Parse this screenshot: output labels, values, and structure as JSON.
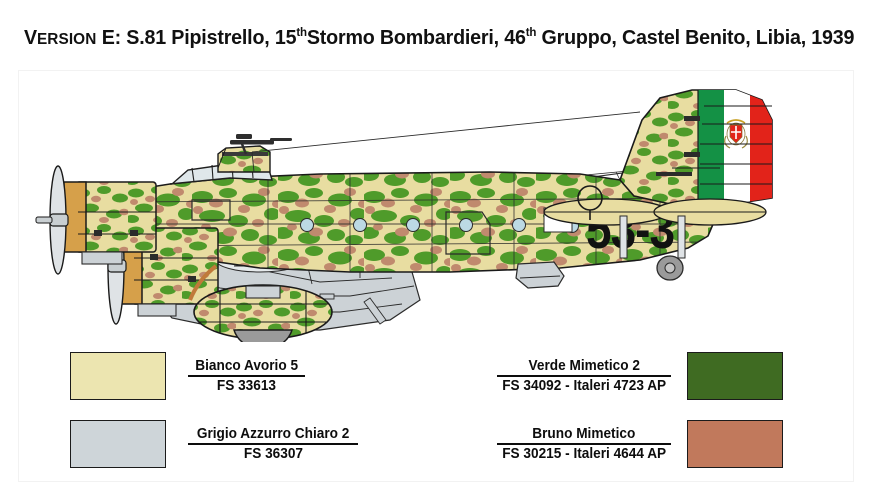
{
  "page": {
    "background": "#ffffff",
    "frame_color": "#f2f2f2"
  },
  "header": {
    "version_word": "V",
    "version_word_rest": "ERSION",
    "version_letter": " E:  S.81  Pipistrello,  15",
    "sup1": "th",
    "mid": "Stormo Bombardieri, 46",
    "sup2": "th",
    "tail": " Gruppo, Castel Benito, Libia,  1939",
    "full_title": "VERSION E: S.81 Pipistrello, 15th Stormo Bombardieri, 46th Gruppo, Castel Benito, Libia, 1939"
  },
  "artwork": {
    "subject": "Savoia-Marchetti S.81 Pipistrello trimotor bomber, left side profile",
    "fuselage_code": "53-3",
    "fuselage_code_color": "#111111",
    "tail_flag": {
      "green": "#149145",
      "white": "#ffffff",
      "red": "#e2231a",
      "crest": "savoy-royal-crest"
    },
    "camouflage": {
      "base_sand": "#e8dda1",
      "green_blotch": "#4f9b2a",
      "brown_blotch": "#c08a6e",
      "underside_gray": "#ccd2d6",
      "cowl_tan": "#d9a košice"
    },
    "outline_color": "#1a1a1a",
    "window_color": "#bcd9e4",
    "cowling_color": "#d6a04a",
    "wheel_color": "#9a9a9a",
    "prop_count": 3,
    "cabin_window_count": 6
  },
  "legend": {
    "entries": [
      {
        "id": "bianco-avorio-5",
        "name": "Bianco Avorio 5",
        "code": "FS 33613",
        "color": "#ece5b0",
        "side": "left",
        "swatch_position": "left"
      },
      {
        "id": "grigio-azzurro-chiaro-2",
        "name": "Grigio Azzurro Chiaro 2",
        "code": "FS 36307",
        "color": "#ced5d9",
        "side": "left",
        "swatch_position": "left"
      },
      {
        "id": "verde-mimetico-2",
        "name": "Verde Mimetico 2",
        "code": "FS 34092 - Italeri 4723 AP",
        "color": "#3f6b22",
        "side": "right",
        "swatch_position": "right"
      },
      {
        "id": "bruno-mimetico",
        "name": "Bruno Mimetico",
        "code": "FS 30215 - Italeri 4644 AP",
        "color": "#c1795c",
        "side": "right",
        "swatch_position": "right"
      }
    ]
  }
}
